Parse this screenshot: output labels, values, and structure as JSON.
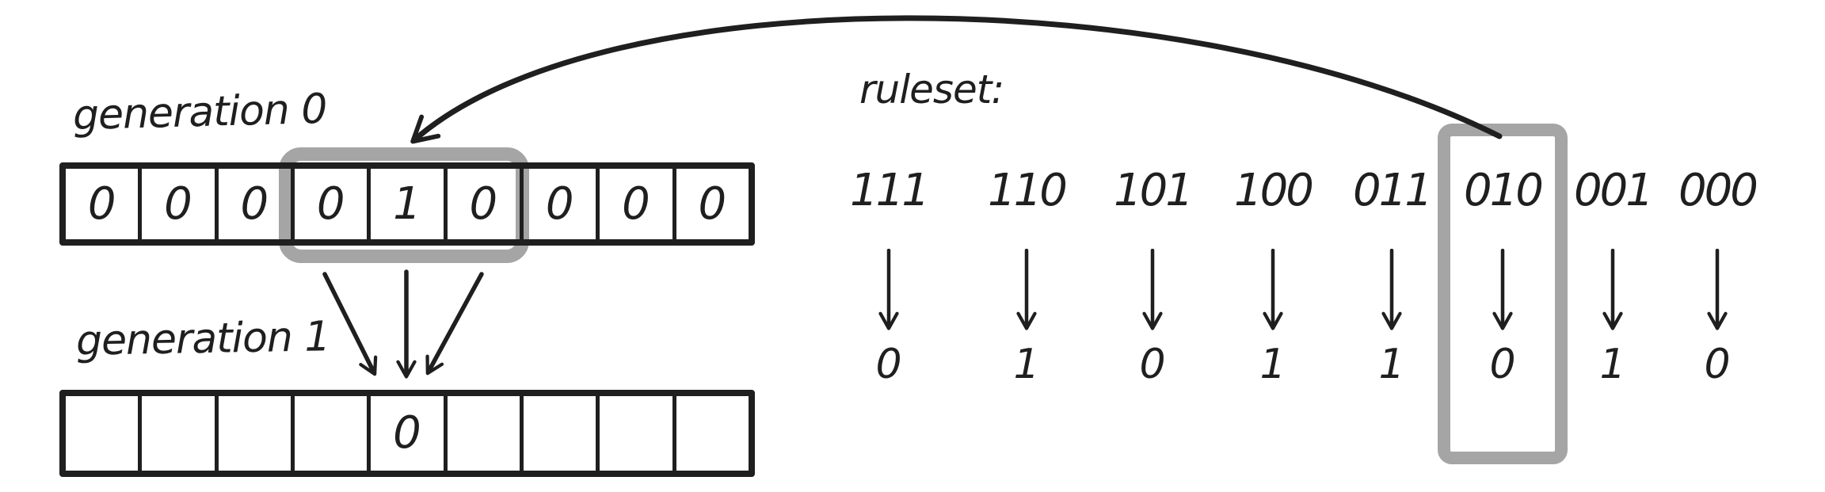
{
  "generation0": {
    "label": "generation 0",
    "cells": [
      "0",
      "0",
      "0",
      "0",
      "1",
      "0",
      "0",
      "0",
      "0"
    ],
    "highlighted_cells": {
      "start_index": 3,
      "end_index": 5,
      "values": [
        "0",
        "1",
        "0"
      ]
    }
  },
  "generation1": {
    "label": "generation 1",
    "cells": [
      "",
      "",
      "",
      "",
      "0",
      "",
      "",
      "",
      ""
    ],
    "computed_cell_index": 4,
    "computed_cell_value": "0"
  },
  "ruleset": {
    "label": "ruleset:",
    "rules": [
      {
        "pattern": "111",
        "result": "0",
        "highlighted": false
      },
      {
        "pattern": "110",
        "result": "1",
        "highlighted": false
      },
      {
        "pattern": "101",
        "result": "0",
        "highlighted": false
      },
      {
        "pattern": "100",
        "result": "1",
        "highlighted": false
      },
      {
        "pattern": "011",
        "result": "1",
        "highlighted": false
      },
      {
        "pattern": "010",
        "result": "0",
        "highlighted": true
      },
      {
        "pattern": "001",
        "result": "1",
        "highlighted": false
      },
      {
        "pattern": "000",
        "result": "0",
        "highlighted": false
      }
    ],
    "highlighted_rule_index": 5
  },
  "colors": {
    "ink": "#1f1f1f",
    "marker_gray": "#a5a5a5",
    "background": "#ffffff"
  }
}
